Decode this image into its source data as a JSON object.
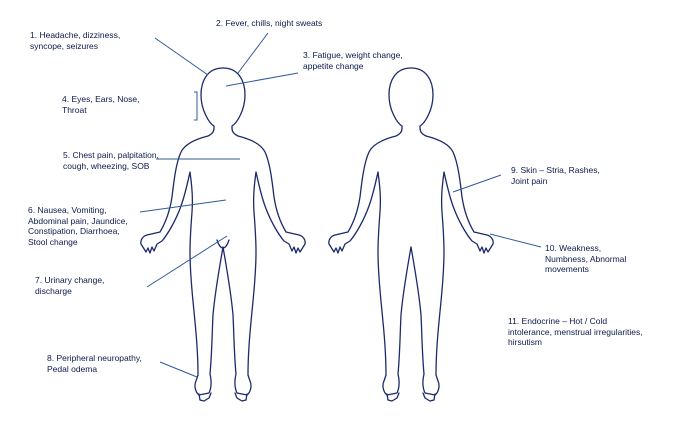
{
  "labels": {
    "l1": [
      "1. Headache, dizziness,",
      "syncope, seizures"
    ],
    "l2": [
      "2. Fever, chills, night sweats"
    ],
    "l3": [
      "3. Fatigue, weight change,",
      "appetite change"
    ],
    "l4": [
      "4. Eyes, Ears, Nose,",
      "Throat"
    ],
    "l5": [
      "5. Chest pain, palpitation,",
      "cough, wheezing, SOB"
    ],
    "l6": [
      "6. Nausea, Vomiting,",
      "Abdominal pain, Jaundice,",
      "Constipation, Diarrhoea,",
      "Stool change"
    ],
    "l7": [
      "7. Urinary change,",
      "discharge"
    ],
    "l8": [
      "8. Peripheral neuropathy,",
      "Pedal odema"
    ],
    "l9": [
      "9. Skin – Stria, Rashes,",
      "Joint pain"
    ],
    "l10": [
      "10. Weakness,",
      "Numbness, Abnormal",
      "movements"
    ],
    "l11": [
      "11. Endocrine – Hot / Cold",
      "intolerance, menstrual irregularities,",
      "hirsutism"
    ]
  },
  "colors": {
    "text": "#0b1a4a",
    "outline": "#1b2a6b",
    "leader": "#2f5b9a"
  }
}
